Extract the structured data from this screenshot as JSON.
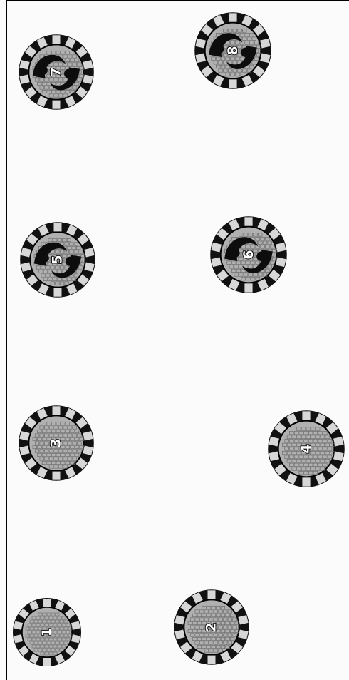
{
  "board": {
    "colors": {
      "background": "#fbfbfb",
      "ring_dark": "#111111",
      "ring_light": "#d7d7d7",
      "center": "#b0b0b0",
      "brick": "#6b6b6b",
      "swirl": "#0d0d0d",
      "number_fill": "#ffffff",
      "number_outline": "#000000"
    },
    "tokens": [
      {
        "number": "1",
        "rotation_deg": -90,
        "swirl": false
      },
      {
        "number": "2",
        "rotation_deg": -90,
        "swirl": false
      },
      {
        "number": "3",
        "rotation_deg": -90,
        "swirl": false
      },
      {
        "number": "4",
        "rotation_deg": -90,
        "swirl": false
      },
      {
        "number": "5",
        "rotation_deg": -90,
        "swirl": true
      },
      {
        "number": "6",
        "rotation_deg": -90,
        "swirl": true
      },
      {
        "number": "7",
        "rotation_deg": -90,
        "swirl": true
      },
      {
        "number": "8",
        "rotation_deg": -90,
        "swirl": true
      }
    ]
  }
}
